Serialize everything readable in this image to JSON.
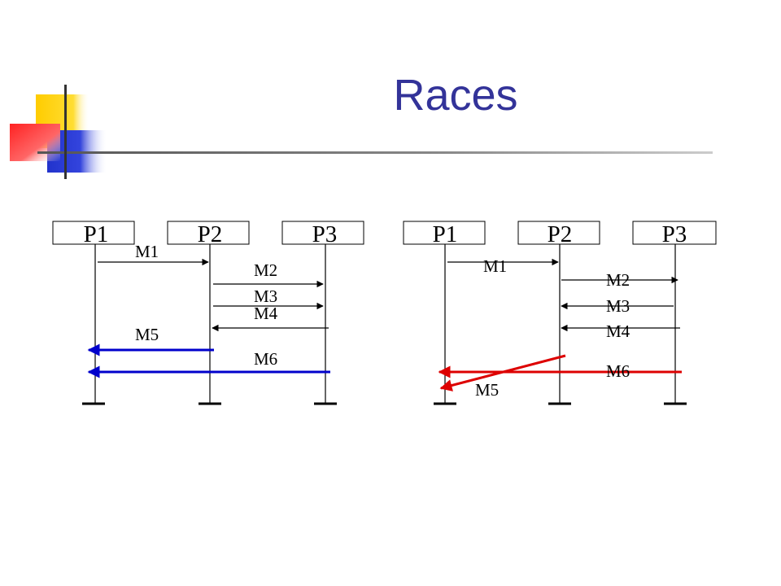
{
  "slide": {
    "title": "Races"
  },
  "left_diagram": {
    "processes": [
      "P1",
      "P2",
      "P3"
    ],
    "messages": [
      {
        "label": "M1",
        "from": "P1",
        "to": "P2",
        "color": "#000000"
      },
      {
        "label": "M2",
        "from": "P2",
        "to": "P3",
        "color": "#000000"
      },
      {
        "label": "M3",
        "from": "P2",
        "to": "P3",
        "color": "#000000"
      },
      {
        "label": "M4",
        "from": "P3",
        "to": "P2",
        "color": "#000000"
      },
      {
        "label": "M5",
        "from": "P2",
        "to": "P1",
        "color": "#0000cc"
      },
      {
        "label": "M6",
        "from": "P3",
        "to": "P1",
        "color": "#0000cc"
      }
    ]
  },
  "right_diagram": {
    "processes": [
      "P1",
      "P2",
      "P3"
    ],
    "messages": [
      {
        "label": "M1",
        "from": "P1",
        "to": "P2",
        "color": "#000000"
      },
      {
        "label": "M2",
        "from": "P2",
        "to": "P3",
        "color": "#000000"
      },
      {
        "label": "M3",
        "from": "P3",
        "to": "P2",
        "color": "#000000"
      },
      {
        "label": "M4",
        "from": "P3",
        "to": "P2",
        "color": "#000000"
      },
      {
        "label": "M6",
        "from": "P3",
        "to": "P1",
        "color": "#dd0000"
      },
      {
        "label": "M5",
        "from": "P2",
        "to": "P1",
        "color": "#dd0000"
      }
    ]
  }
}
